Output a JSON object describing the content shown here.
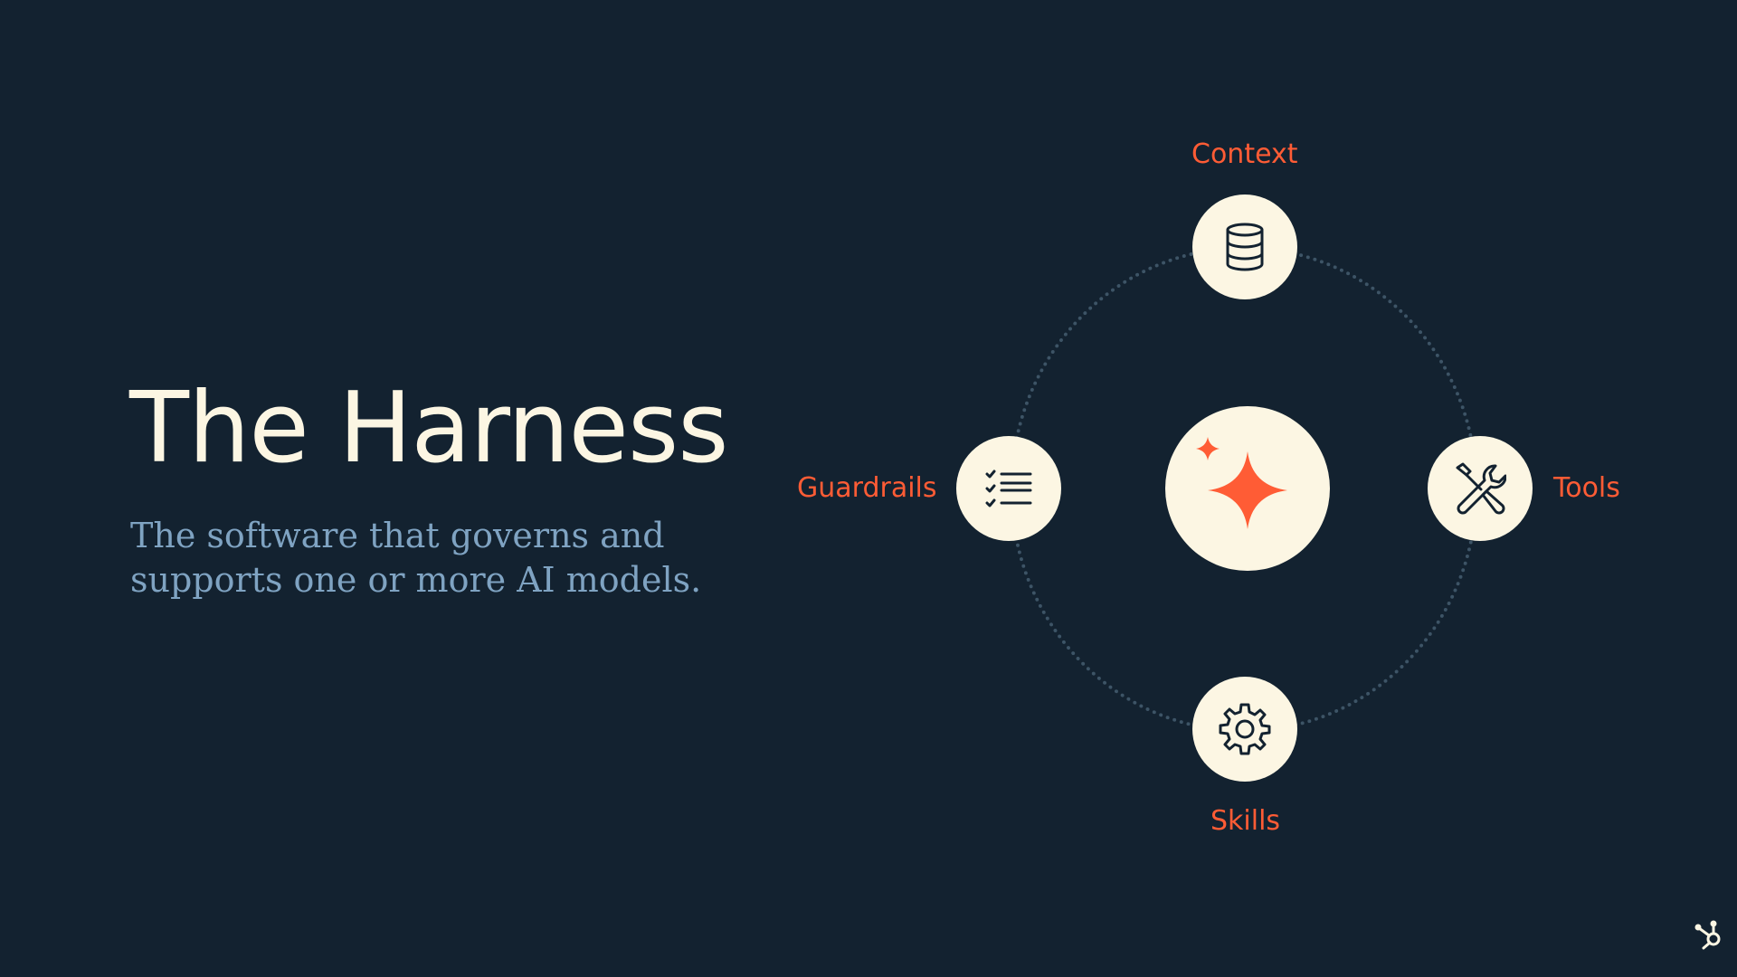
{
  "slide": {
    "title": "The Harness",
    "subtitle_lines": [
      "The software that governs and",
      "supports one or more AI models."
    ]
  },
  "diagram": {
    "center": {
      "icon": "sparkle-icon"
    },
    "nodes": [
      {
        "label": "Context",
        "icon": "database-icon"
      },
      {
        "label": "Guardrails",
        "icon": "checklist-icon"
      },
      {
        "label": "Tools",
        "icon": "tools-icon"
      },
      {
        "label": "Skills",
        "icon": "gear-icon"
      }
    ]
  },
  "brand": {
    "logo_icon": "hubspot-sprocket-icon"
  },
  "colors": {
    "background": "#132230",
    "title": "#fcf6e3",
    "subtitle": "#7fa3c2",
    "accent": "#ff5c35",
    "node_fill": "#fcf6e3",
    "ring": "#3d5466"
  }
}
